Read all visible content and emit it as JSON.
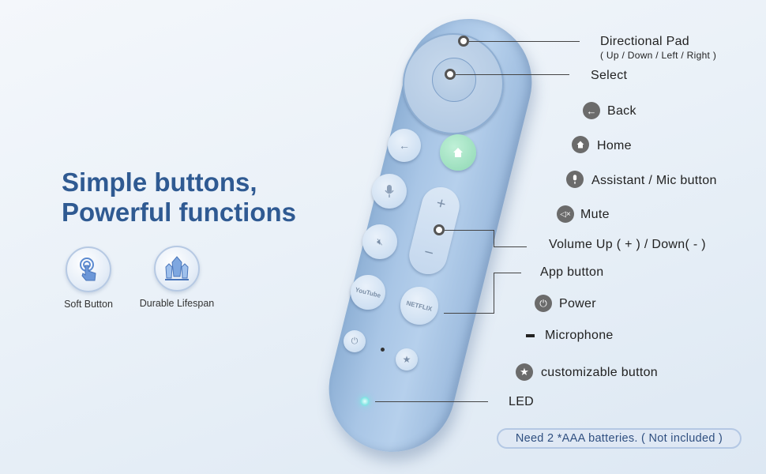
{
  "headline": {
    "line1": "Simple buttons,",
    "line2": "Powerful functions"
  },
  "features": [
    {
      "label": "Soft Button",
      "icon": "tap-finger-icon"
    },
    {
      "label": "Durable Lifespan",
      "icon": "crystal-icon"
    }
  ],
  "remote": {
    "youtube_label": "YouTube",
    "netflix_label": "NETFLIX",
    "vol_plus": "+",
    "vol_minus": "−"
  },
  "callouts": {
    "dpad": "Directional Pad",
    "dpad_sub": "( Up / Down / Left / Right )",
    "select": "Select",
    "back": "Back",
    "home": "Home",
    "assistant": "Assistant / Mic button",
    "mute": "Mute",
    "volume": "Volume Up ( + ) / Down( - )",
    "app": "App button",
    "power": "Power",
    "microphone": "Microphone",
    "custom": "customizable button",
    "led": "LED"
  },
  "battery_note": "Need 2 *AAA batteries. ( Not included )",
  "colors": {
    "headline": "#2f5a92",
    "remote": "#a9c6e6",
    "home_button": "#8fd8b4",
    "led": "#7fe3e3"
  }
}
